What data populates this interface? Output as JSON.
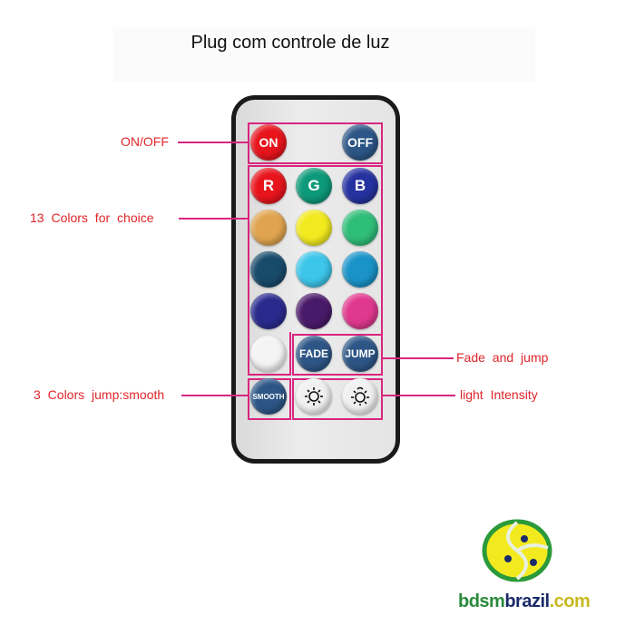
{
  "title": "Plug com controle de luz",
  "annotations": {
    "on_off": "ON/OFF",
    "colors": "13 Colors for choice",
    "fade_jump": "Fade and jump",
    "smooth": "3 Colors jump:smooth",
    "light": "light Intensity"
  },
  "buttons": {
    "on": {
      "label": "ON",
      "color": "#e8141c"
    },
    "off": {
      "label": "OFF",
      "color": "#2d5686"
    },
    "r": {
      "label": "R",
      "color": "#e8141c"
    },
    "g": {
      "label": "G",
      "color": "#0d9a7a"
    },
    "b": {
      "label": "B",
      "color": "#2632a0"
    },
    "fade": {
      "label": "FADE",
      "color": "#2d5686"
    },
    "jump": {
      "label": "JUMP",
      "color": "#2d5686"
    },
    "smooth": {
      "label": "SMOOTH",
      "color": "#2d5686"
    }
  },
  "color_swatches": [
    "#e0a450",
    "#f2ea1e",
    "#2fbe78",
    "#184a6a",
    "#3cc6ea",
    "#1a93c8",
    "#2a2a8e",
    "#4a1a6a",
    "#e0388e",
    "#f4f4f4"
  ],
  "logo": {
    "text_dark": "bdsm",
    "text_brand": "brazil",
    "text_tld": ".com"
  }
}
